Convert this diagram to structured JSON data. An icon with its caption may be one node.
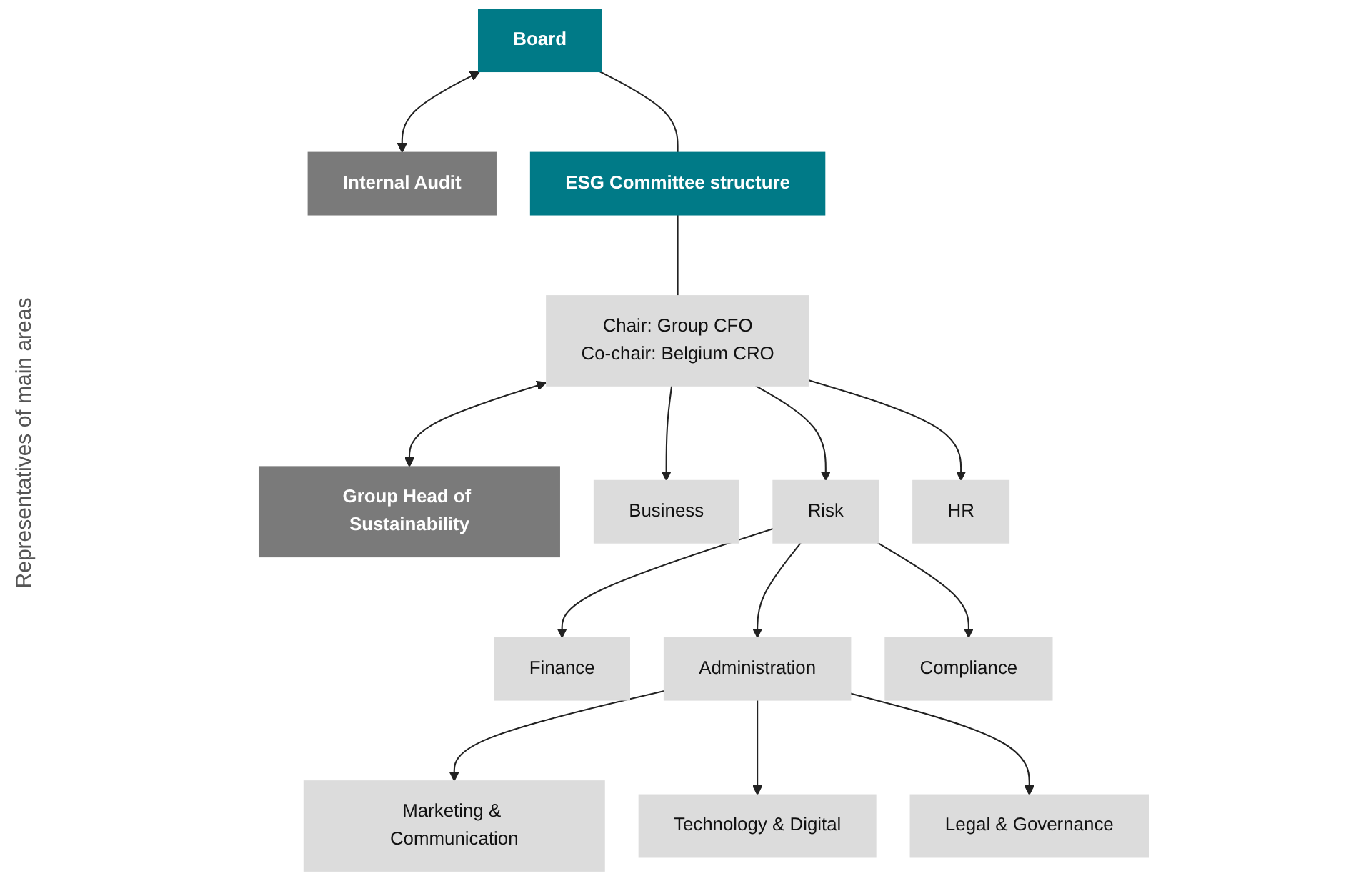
{
  "diagram": {
    "nodes": [
      {
        "text": [
          "Board"
        ]
      },
      {
        "text": [
          "Internal Audit"
        ]
      },
      {
        "text": [
          "ESG Committee structure"
        ]
      },
      {
        "text": [
          "Chair: Group CFO",
          "Co-chair: Belgium CRO"
        ]
      },
      {
        "text": [
          "Group Head of Sustainability"
        ]
      },
      {
        "text": [
          "Business"
        ]
      },
      {
        "text": [
          "Risk"
        ]
      },
      {
        "text": [
          "HR"
        ]
      },
      {
        "text": [
          "Finance"
        ]
      },
      {
        "text": [
          "Administration"
        ]
      },
      {
        "text": [
          "Compliance"
        ]
      },
      {
        "text": [
          "Marketing & Communication"
        ]
      },
      {
        "text": [
          "Technology & Digital"
        ]
      },
      {
        "text": [
          "Legal & Governance"
        ]
      }
    ],
    "edges": [
      {
        "from": 0,
        "to": 1,
        "arrow": "both"
      },
      {
        "from": 0,
        "to": 2,
        "arrow": "none"
      },
      {
        "from": 2,
        "to": 3,
        "arrow": "none"
      },
      {
        "from": 3,
        "to": 4,
        "arrow": "both"
      },
      {
        "from": 3,
        "to": 5,
        "arrow": "to"
      },
      {
        "from": 3,
        "to": 6,
        "arrow": "to"
      },
      {
        "from": 3,
        "to": 7,
        "arrow": "to"
      },
      {
        "from": 6,
        "to": 8,
        "arrow": "to"
      },
      {
        "from": 6,
        "to": 9,
        "arrow": "to"
      },
      {
        "from": 6,
        "to": 10,
        "arrow": "to"
      },
      {
        "from": 9,
        "to": 11,
        "arrow": "to"
      },
      {
        "from": 9,
        "to": 12,
        "arrow": "to"
      },
      {
        "from": 9,
        "to": 13,
        "arrow": "to"
      }
    ],
    "labels": [
      "Representatives of main areas"
    ]
  }
}
